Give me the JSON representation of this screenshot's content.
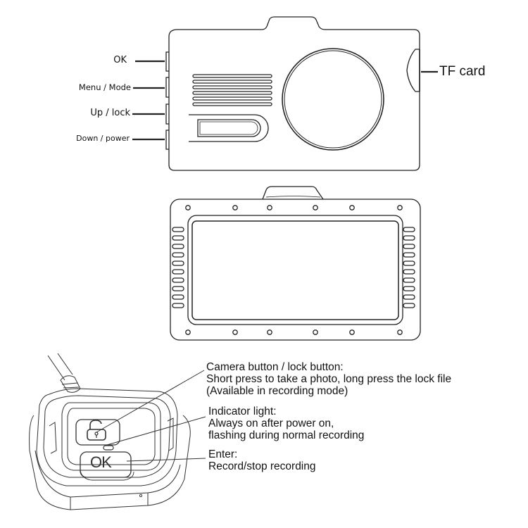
{
  "top_view": {
    "side_buttons": [
      {
        "label": "OK"
      },
      {
        "label": "Menu / Mode"
      },
      {
        "label": "Up / lock"
      },
      {
        "label": "Down / power"
      }
    ],
    "tf_card_label": "TF card"
  },
  "remote": {
    "ok_key_glyph": "OK",
    "lock_key_icon": "padlock-icon",
    "annotations": [
      {
        "title": "Camera button / lock button:",
        "lines": [
          "Short press to take a photo, long press the lock file",
          "(Available in recording mode)"
        ]
      },
      {
        "title": "Indicator light:",
        "lines": [
          "Always on after power on,",
          "flashing during normal recording"
        ]
      },
      {
        "title": "Enter:",
        "lines": [
          "Record/stop recording"
        ]
      }
    ]
  },
  "colors": {
    "line": "#222222",
    "background": "#ffffff"
  }
}
